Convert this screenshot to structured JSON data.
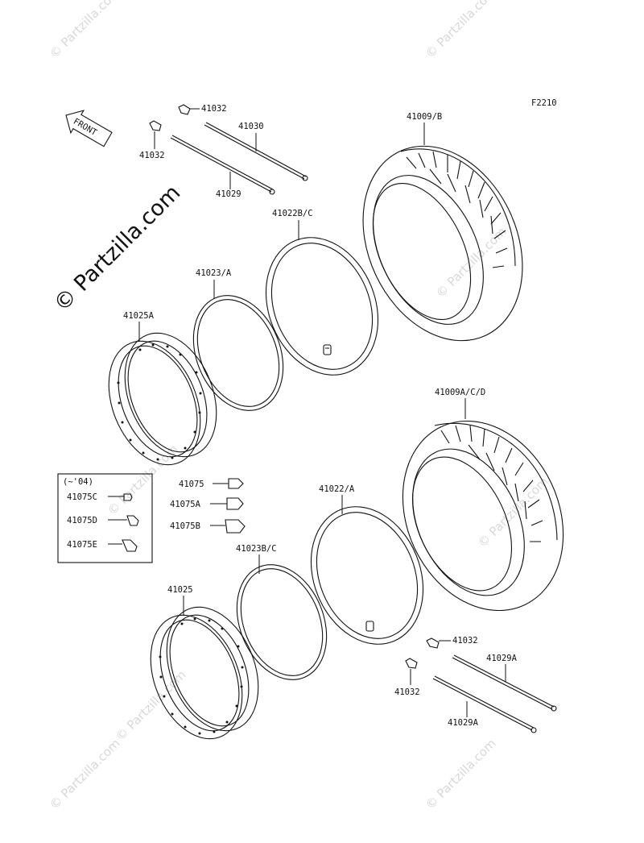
{
  "figure_code": "F2210",
  "front_label": "FRONT",
  "watermark_main": "© Partzilla.com",
  "watermark_corner": "© Partzilla.com",
  "box_title": "(~'04)",
  "labels": {
    "tire_rear_top": "41009/B",
    "tire_front": "41009A/C/D",
    "tube_top": "41022B/C",
    "tube_bottom": "41022/A",
    "band_top": "41023/A",
    "band_bottom": "41023B/C",
    "rim_top": "41025A",
    "rim_bottom": "41025",
    "spoke_a": "41030",
    "spoke_b": "41029",
    "spoke_c": "41029A",
    "spoke_d": "41029A",
    "nipple_1": "41032",
    "nipple_2": "41032",
    "nipple_3": "41032",
    "nipple_4": "41032",
    "valve_cap": "41075",
    "valve_cap_a": "41075A",
    "valve_cap_b": "41075B",
    "valve_c": "41075C",
    "valve_d": "41075D",
    "valve_e": "41075E"
  }
}
